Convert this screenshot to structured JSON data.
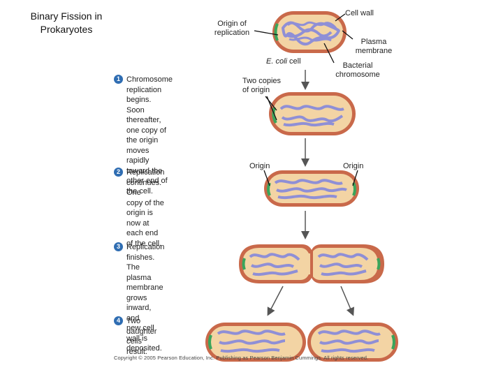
{
  "title": "Binary Fission in Prokaryotes",
  "labels": {
    "origin_of_replication": "Origin of\nreplication",
    "cell_wall": "Cell wall",
    "plasma_membrane": "Plasma\nmembrane",
    "ecoli_cell_prefix": "E. coli",
    "ecoli_cell_suffix": " cell",
    "bacterial_chromosome": "Bacterial\nchromosome",
    "two_copies_of_origin": "Two copies\nof origin",
    "origin_left": "Origin",
    "origin_right": "Origin"
  },
  "steps": [
    {
      "number": "1",
      "text": "Chromosome replication\nbegins.\nSoon thereafter,\none copy of the origin\nmoves rapidly toward the\nother end of the cell."
    },
    {
      "number": "2",
      "text": "Replication continues. One\ncopy of the origin is now at\neach end of the cell."
    },
    {
      "number": "3",
      "text": "Replication finishes.\nThe plasma membrane\ngrows inward, and\nnew cell wall is deposited."
    },
    {
      "number": "4",
      "text": "Two daughter\ncells result."
    }
  ],
  "copyright": "Copyright © 2005 Pearson Education, Inc. Publishing as Pearson Benjamin Cummings. All rights reserved.",
  "colors": {
    "cell_wall": "#c9694a",
    "cytoplasm": "#f3d4a4",
    "chromosome": "#8f8fd6",
    "origin": "#3aa55b",
    "arrow": "#555555",
    "step_badge": "#2f6db2"
  }
}
